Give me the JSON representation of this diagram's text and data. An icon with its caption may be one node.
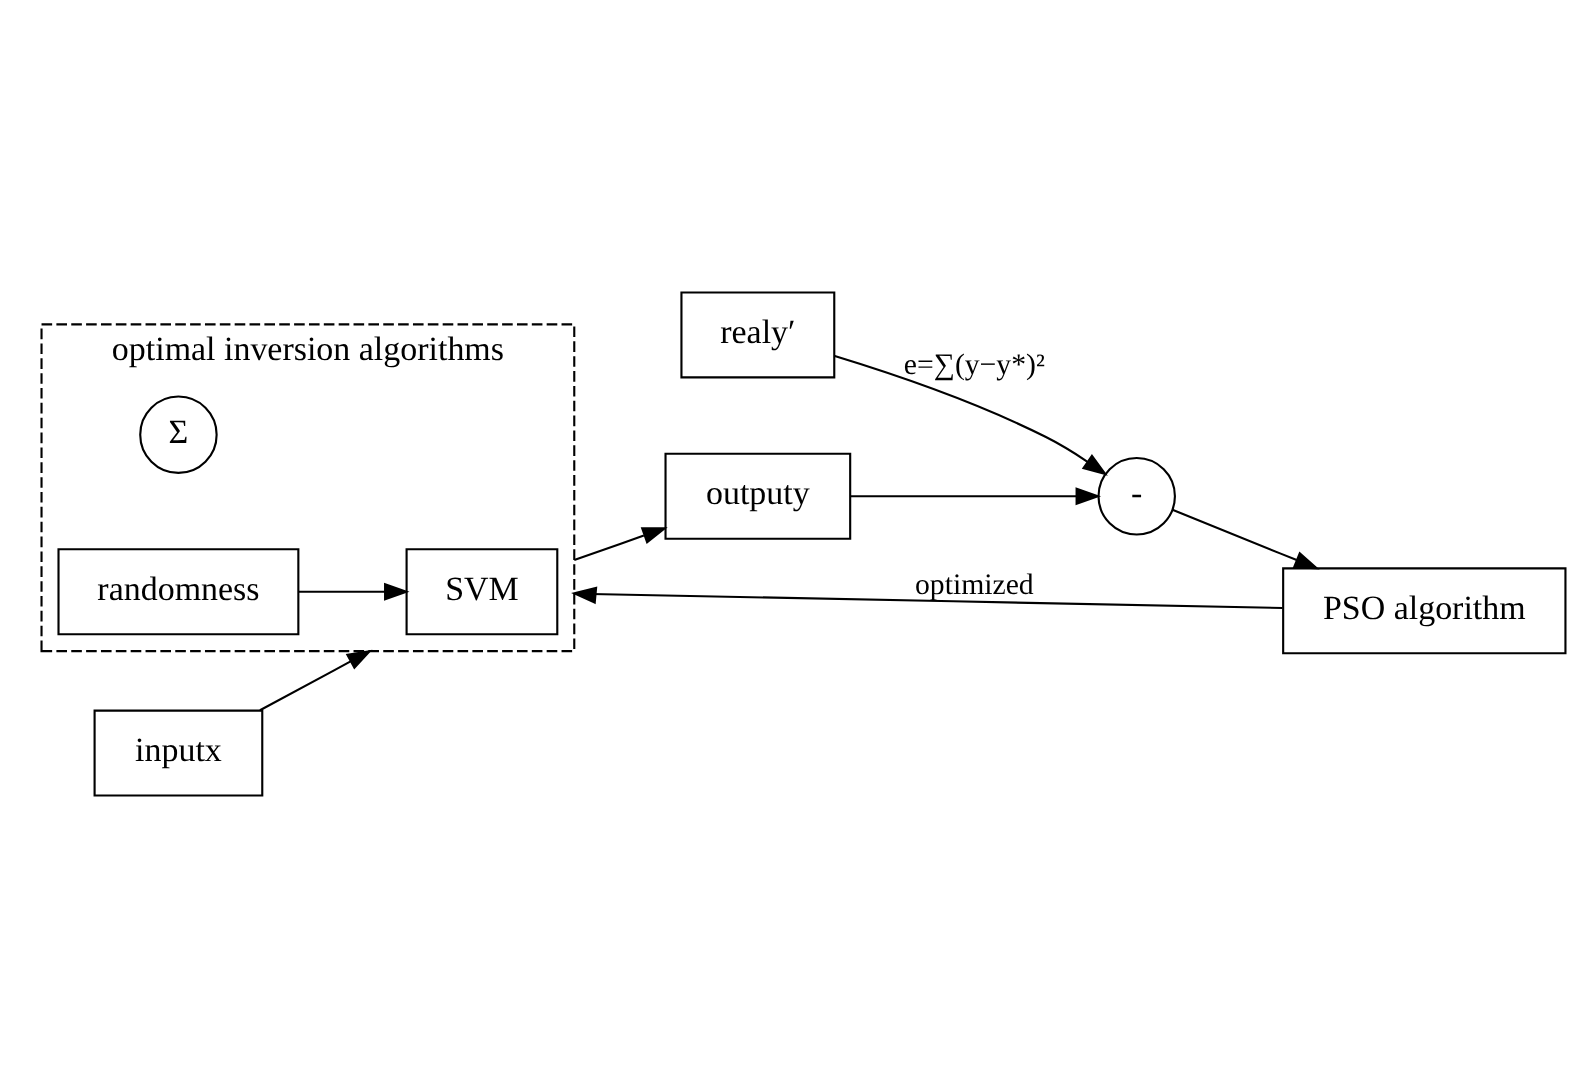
{
  "diagram": {
    "nodes": [
      {
        "text": [
          "optimal inversion algorithms"
        ]
      },
      {
        "text": [
          "SVM"
        ],
        "in": 0
      },
      {
        "text": [
          "Σ"
        ],
        "in": 0
      },
      {
        "text": [
          "randomness"
        ],
        "in": 0
      },
      {
        "text": [
          "inputx"
        ]
      },
      {
        "text": [
          "outputy"
        ]
      },
      {
        "text": [
          "realy′"
        ]
      },
      {
        "text": [
          "-"
        ]
      },
      {
        "text": [
          "PSO algorithm"
        ]
      }
    ],
    "edges": [
      {
        "from": 4,
        "to": 0,
        "arrow": "to"
      },
      {
        "from": 3,
        "to": 1,
        "arrow": "to"
      },
      {
        "from": 0,
        "to": 5,
        "arrow": "to"
      },
      {
        "from": 6,
        "to": 7,
        "arrow": "to",
        "label": "e=∑(y−y*)²"
      },
      {
        "from": 5,
        "to": 7,
        "arrow": "to"
      },
      {
        "from": 7,
        "to": 8,
        "arrow": "to"
      },
      {
        "from": 8,
        "to": 0,
        "arrow": "to",
        "label": "optimized"
      }
    ]
  }
}
